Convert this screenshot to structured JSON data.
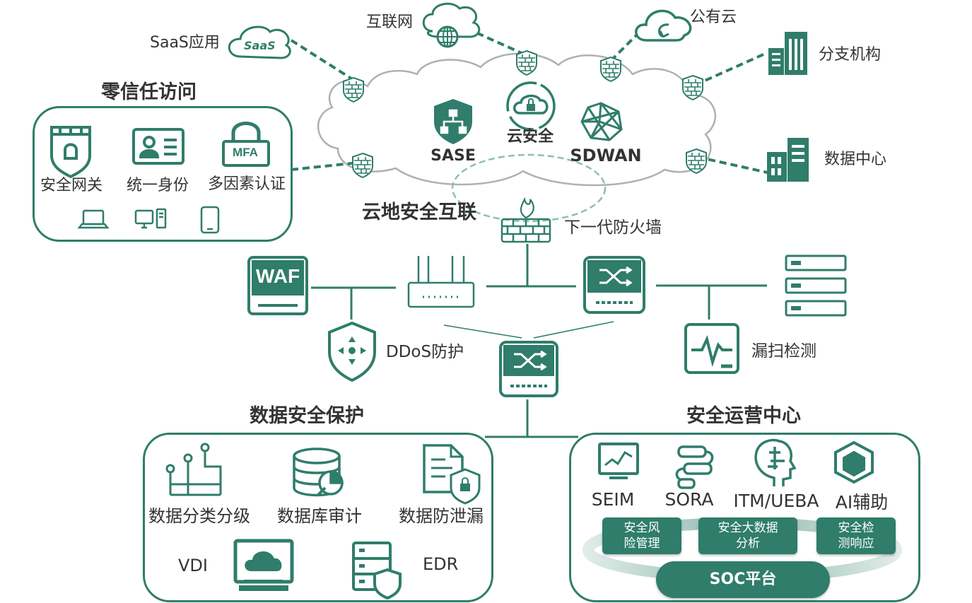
{
  "colors": {
    "primary": "#2f7d6a",
    "cloud_outline": "#b0b0b0",
    "text": "#333333"
  },
  "labels": {
    "internet": "互联网",
    "public_cloud": "公有云",
    "saas_app": "SaaS应用",
    "saas_badge": "SaaS",
    "branch": "分支机构",
    "data_center": "数据中心",
    "sase": "SASE",
    "cloud_security": "云安全",
    "sdwan": "SDWAN",
    "cloud_ground": "云地安全互联",
    "ngfw": "下一代防火墙",
    "waf": "WAF",
    "ddos": "DDoS防护",
    "vuln_scan": "漏扫检测"
  },
  "zero_trust": {
    "title": "零信任访问",
    "items": [
      "安全网关",
      "统一身份",
      "多因素认证"
    ],
    "mfa_text": "MFA",
    "devices": [
      "laptop-icon",
      "desktop-icon",
      "mobile-icon"
    ]
  },
  "data_security": {
    "title": "数据安全保护",
    "items": [
      "数据分类分级",
      "数据库审计",
      "数据防泄漏"
    ],
    "vdi": "VDI",
    "edr": "EDR"
  },
  "soc": {
    "title": "安全运营中心",
    "items": [
      "SEIM",
      "SORA",
      "ITM/UEBA",
      "AI辅助"
    ],
    "pills": [
      {
        "line1": "安全风",
        "line2": "险管理"
      },
      {
        "line1": "安全大数据",
        "line2": "分析"
      },
      {
        "line1": "安全检",
        "line2": "测响应"
      }
    ],
    "platform": "SOC平台"
  }
}
